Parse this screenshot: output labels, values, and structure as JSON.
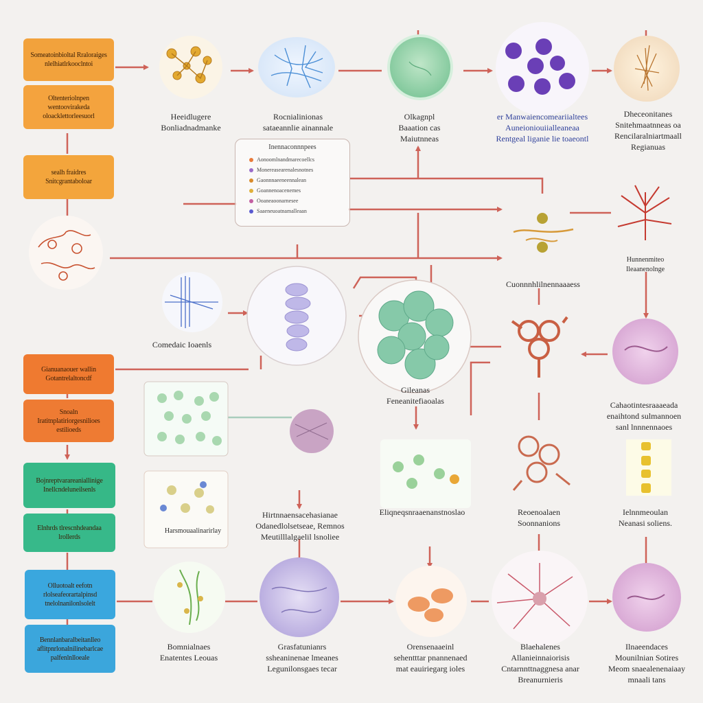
{
  "colors": {
    "arrow": "#c84a3e",
    "orange": "#f0a040",
    "dark_orange": "#e07a35",
    "teal": "#35b48a",
    "blue": "#3aa6dc"
  },
  "left_boxes": [
    {
      "text": "Someatoinbioltal Rraloraiges nlelhiatlrkooclntoi",
      "color": "#f2a23c"
    },
    {
      "text": "Oltenteriolnpen wentoovirakeda oloacklettorleesuorl",
      "color": "#f4a33e"
    },
    {
      "text": "sealh fraidres Snitcgrantaboloar",
      "color": "#f3a53c"
    },
    {
      "text": "Gianuanaouer wallin Gotantrelaltoncdf",
      "color": "#ef7a30"
    },
    {
      "text": "Snoaln Iratitnplatiriorgesnilioes estilioeds",
      "color": "#ee7b33"
    },
    {
      "text": "Bojnreptvarareaniallinige Inellcndeluneilsenls",
      "color": "#36b887"
    },
    {
      "text": "Elnhrds tlrescnhdeandaa lrollerds",
      "color": "#37b98a"
    },
    {
      "text": "Olluotoalt eefotn rlolseafeorartalpinsd tnelolnanilonlsolelt",
      "color": "#3aa7de"
    },
    {
      "text": "Bennlanbaralbeitanlleo aflitpnrlonalnilinebarlcae palfenlnlloeale",
      "color": "#3ba6dc"
    }
  ],
  "labels": [
    {
      "id": "n1",
      "text": "Heeidlugere\nBonliadnadmanke"
    },
    {
      "id": "n2",
      "text": "Rocnialinionas\nsataeannlie ainannale"
    },
    {
      "id": "n3",
      "text": "Olkagnpl\nBaaation cas\nMaiutnneas"
    },
    {
      "id": "n4",
      "text": "er Manwaiencomeariialtees\nAuneioniouiialleaneaa\nRentgeal liganie lie toaeontl"
    },
    {
      "id": "n5",
      "text": "Dheceonitanes\nSnitehmaatnneas oa\nRencilaralniartmaall\nRegianuas"
    },
    {
      "id": "n6",
      "text": "Cuonnnhlilnennaaaess"
    },
    {
      "id": "n7",
      "text": "Hunnenmiteo\nIleaanenolnge"
    },
    {
      "id": "n8",
      "text": "Comedaic Ioaenls"
    },
    {
      "id": "n9",
      "text": "Gileanas\nFeneanitefiaoalas"
    },
    {
      "id": "n10",
      "text": "Cahaotintesraaaeada\nenaihtond sulmannoen\nsanl lnnnennaoes"
    },
    {
      "id": "n11",
      "text": "Hirtnnaensacehasianae\nOdanedlolsetseae, Remnos\nMeutilllalgaelil lsnoliee"
    },
    {
      "id": "n12",
      "text": "Eliqneqsnraaenanstnoslao"
    },
    {
      "id": "n13",
      "text": "Reoenoalaen\nSoonnanions"
    },
    {
      "id": "n14",
      "text": "Ielnnmeoulan\nNeanasi soliens."
    },
    {
      "id": "n15",
      "text": "Bomnialnaes\nEnatentes Leouas"
    },
    {
      "id": "n16",
      "text": "Grasfatunianrs\nssheaninenae lmeanes\nLegunilonsgaes tecar"
    },
    {
      "id": "n17",
      "text": "Orensenaaeinl\nsehentttar pnannenaed\nmat eauiriegarg ioles"
    },
    {
      "id": "n18",
      "text": "Blaehalenes\nAllanieinnaiorisis\nCntarnnttnaggnesa anar\nBreanurnieris"
    },
    {
      "id": "n19",
      "text": "Ilnaeendaces\nMounilnian Sotires\nMeom snaealenenaiaay\nmnaali tans"
    },
    {
      "id": "n20",
      "text": "Harsmouaalinarirlay"
    }
  ],
  "panel": {
    "title": "Inennaconnnpees",
    "rows": [
      "Aonoomlnandmarecoellcs",
      "Monereasearenalesnotnes",
      "Gaonnnaeeneennalean",
      "Goannenoacenemes",
      "Ooaneaoonarnesee",
      "Saaeneuoatnamalleaan"
    ],
    "row_colors": [
      "#e87a3a",
      "#9a6cc9",
      "#d98b2b",
      "#e0b03a",
      "#c35fa2",
      "#5a5ad0"
    ]
  }
}
